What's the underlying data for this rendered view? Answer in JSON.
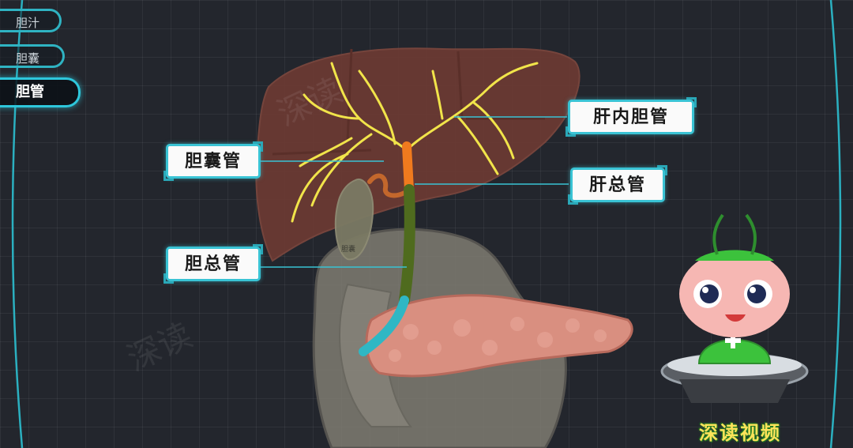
{
  "nav": {
    "items": [
      {
        "label": "胆汁",
        "active": false
      },
      {
        "label": "胆囊",
        "active": false
      },
      {
        "label": "胆管",
        "active": true
      }
    ]
  },
  "labels": {
    "intrahepatic_duct": "肝内胆管",
    "cystic_duct": "胆囊管",
    "common_hepatic_duct": "肝总管",
    "common_bile_duct": "胆总管",
    "gallbladder_small": "胆囊"
  },
  "brand": {
    "title": "深读视频"
  },
  "watermark": "深读",
  "colors": {
    "accent": "#39c3d4",
    "liver": "#6a3a33",
    "duct_yellow": "#f1e44a",
    "duct_orange": "#f07a1e",
    "common_duct": "#4f6b1e",
    "duct_end": "#2fb7c4",
    "pancreas": "#d98f80",
    "mascot_green": "#3cc23c",
    "mascot_face": "#f6b7b3"
  }
}
